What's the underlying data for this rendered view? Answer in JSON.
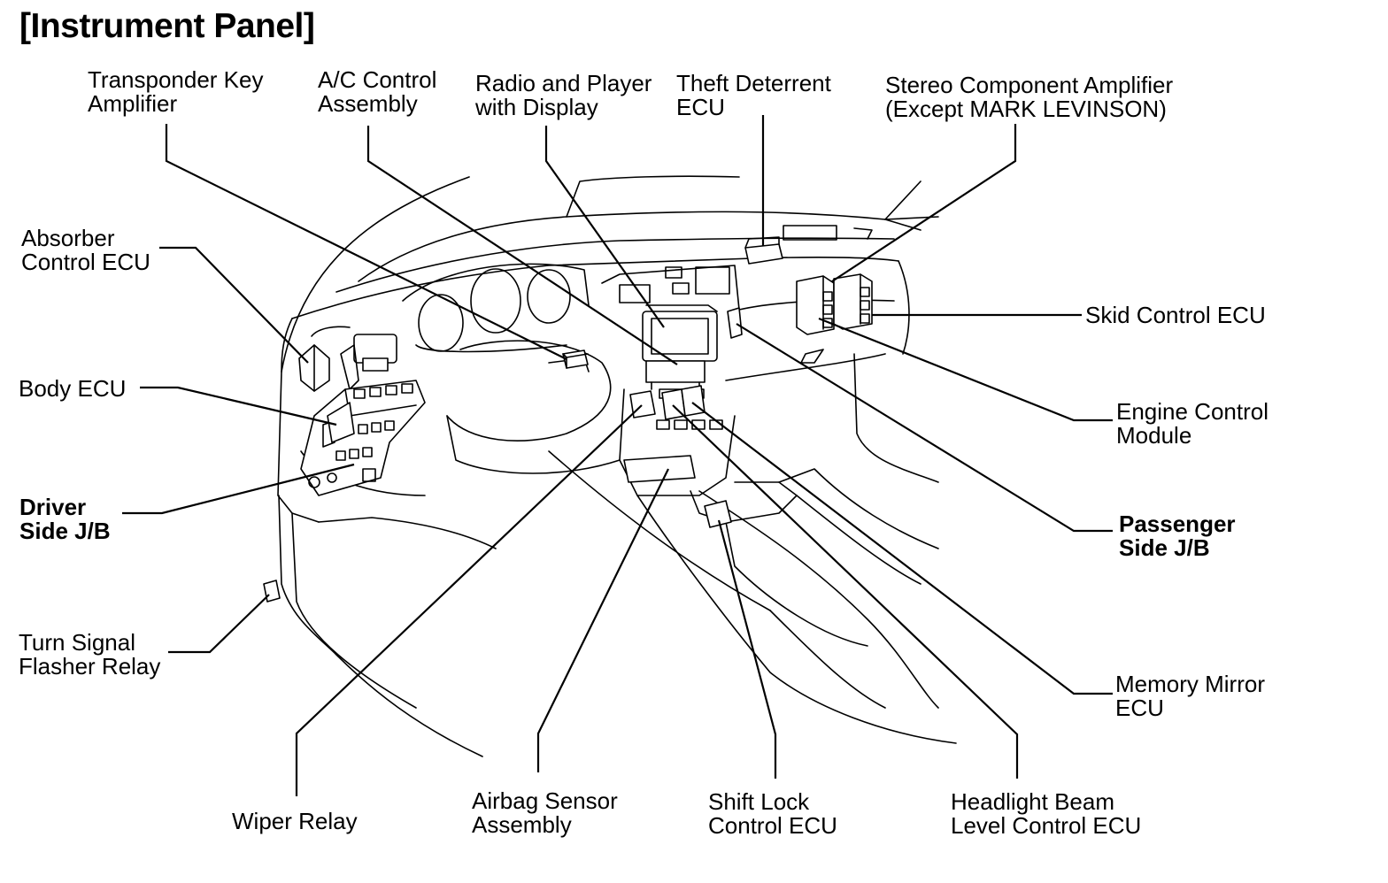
{
  "title": "[Instrument Panel]",
  "labels": {
    "transponder": "Transponder Key\nAmplifier",
    "ac_control": "A/C Control\nAssembly",
    "radio": "Radio and Player\nwith Display",
    "theft": "Theft Deterrent\nECU",
    "stereo": "Stereo Component Amplifier\n(Except MARK LEVINSON)",
    "absorber": "Absorber\nControl ECU",
    "skid": "Skid Control ECU",
    "body_ecu": "Body ECU",
    "engine": "Engine Control\nModule",
    "driver_jb": "Driver\nSide J/B",
    "passenger_jb": "Passenger\nSide J/B",
    "turn_signal": "Turn Signal\nFlasher Relay",
    "memory_mirror": "Memory Mirror\nECU",
    "wiper": "Wiper Relay",
    "airbag": "Airbag Sensor\nAssembly",
    "shift_lock": "Shift Lock\nControl ECU",
    "headlight": "Headlight Beam\nLevel Control ECU"
  }
}
